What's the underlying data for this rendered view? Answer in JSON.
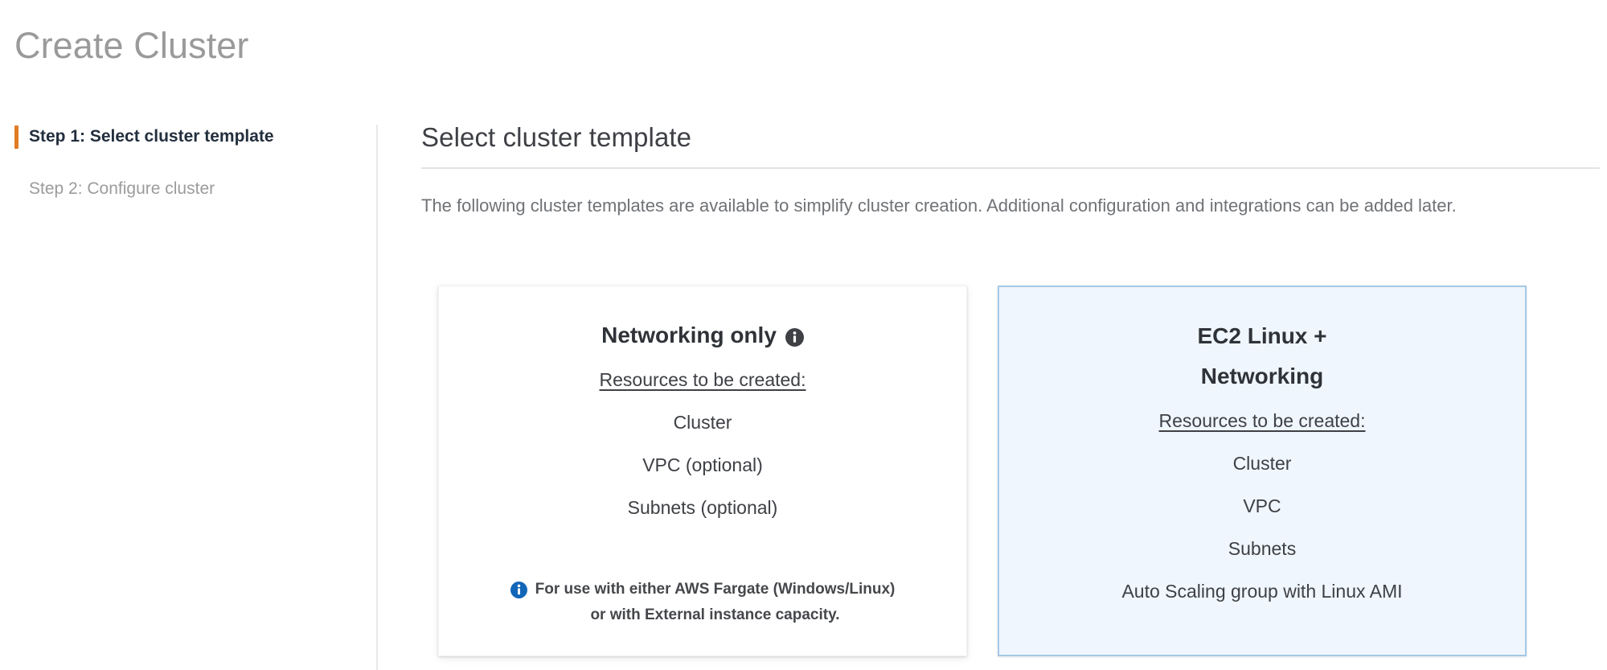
{
  "header": {
    "title": "Create Cluster"
  },
  "sidebar": {
    "steps": [
      {
        "label": "Step 1: Select cluster template",
        "state": "active"
      },
      {
        "label": "Step 2: Configure cluster",
        "state": "inactive"
      }
    ]
  },
  "main": {
    "section_title": "Select cluster template",
    "description": "The following cluster templates are available to simplify cluster creation. Additional configuration and integrations can be added later.",
    "cards": [
      {
        "title": "Networking only",
        "has_title_info_icon": true,
        "title_info_icon": "info-icon",
        "resources_label": "Resources to be created:",
        "resources": [
          "Cluster",
          "VPC (optional)",
          "Subnets (optional)"
        ],
        "note_icon": "info-icon",
        "note": "For use with either AWS Fargate (Windows/Linux)\nor with External instance capacity.",
        "selected": false
      },
      {
        "title": "EC2 Linux +\nNetworking",
        "has_title_info_icon": false,
        "resources_label": "Resources to be created:",
        "resources": [
          "Cluster",
          "VPC",
          "Subnets",
          "Auto Scaling group with Linux AMI"
        ],
        "note": "",
        "selected": true
      }
    ]
  },
  "colors": {
    "accent_orange": "#e07b26",
    "selected_card_bg": "#eff6fd",
    "selected_card_border": "#a6c8e6",
    "info_blue": "#1266b8",
    "title_gray": "#9a9a9a",
    "body_text": "#3e4045",
    "muted_text": "#6f7276"
  }
}
